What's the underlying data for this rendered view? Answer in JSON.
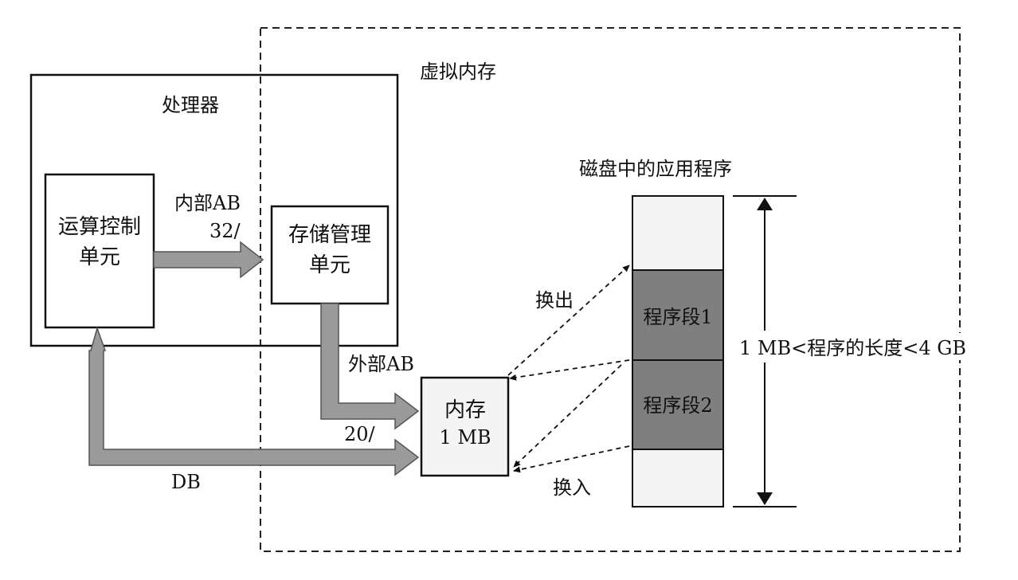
{
  "virtual_memory": {
    "label": "虚拟内存"
  },
  "processor": {
    "label": "处理器"
  },
  "alu_control": {
    "line1": "运算控制",
    "line2": "单元"
  },
  "mmu": {
    "line1": "存储管理",
    "line2": "单元"
  },
  "internal_bus": {
    "label": "内部AB",
    "width": "32/"
  },
  "external_bus": {
    "label": "外部AB",
    "width": "20/"
  },
  "data_bus": {
    "label": "DB"
  },
  "main_memory": {
    "line1": "内存",
    "line2": "1 MB"
  },
  "disk": {
    "title": "磁盘中的应用程序",
    "segments": [
      "程序段1",
      "程序段2"
    ],
    "size_label": "1 MB<程序的长度<4 GB"
  },
  "swap": {
    "out_label": "换出",
    "in_label": "换入"
  },
  "colors": {
    "arrow_fill": "#9a9a9a",
    "segment_fill": "#7f7f7f",
    "disk_light": "#f3f3f3"
  }
}
